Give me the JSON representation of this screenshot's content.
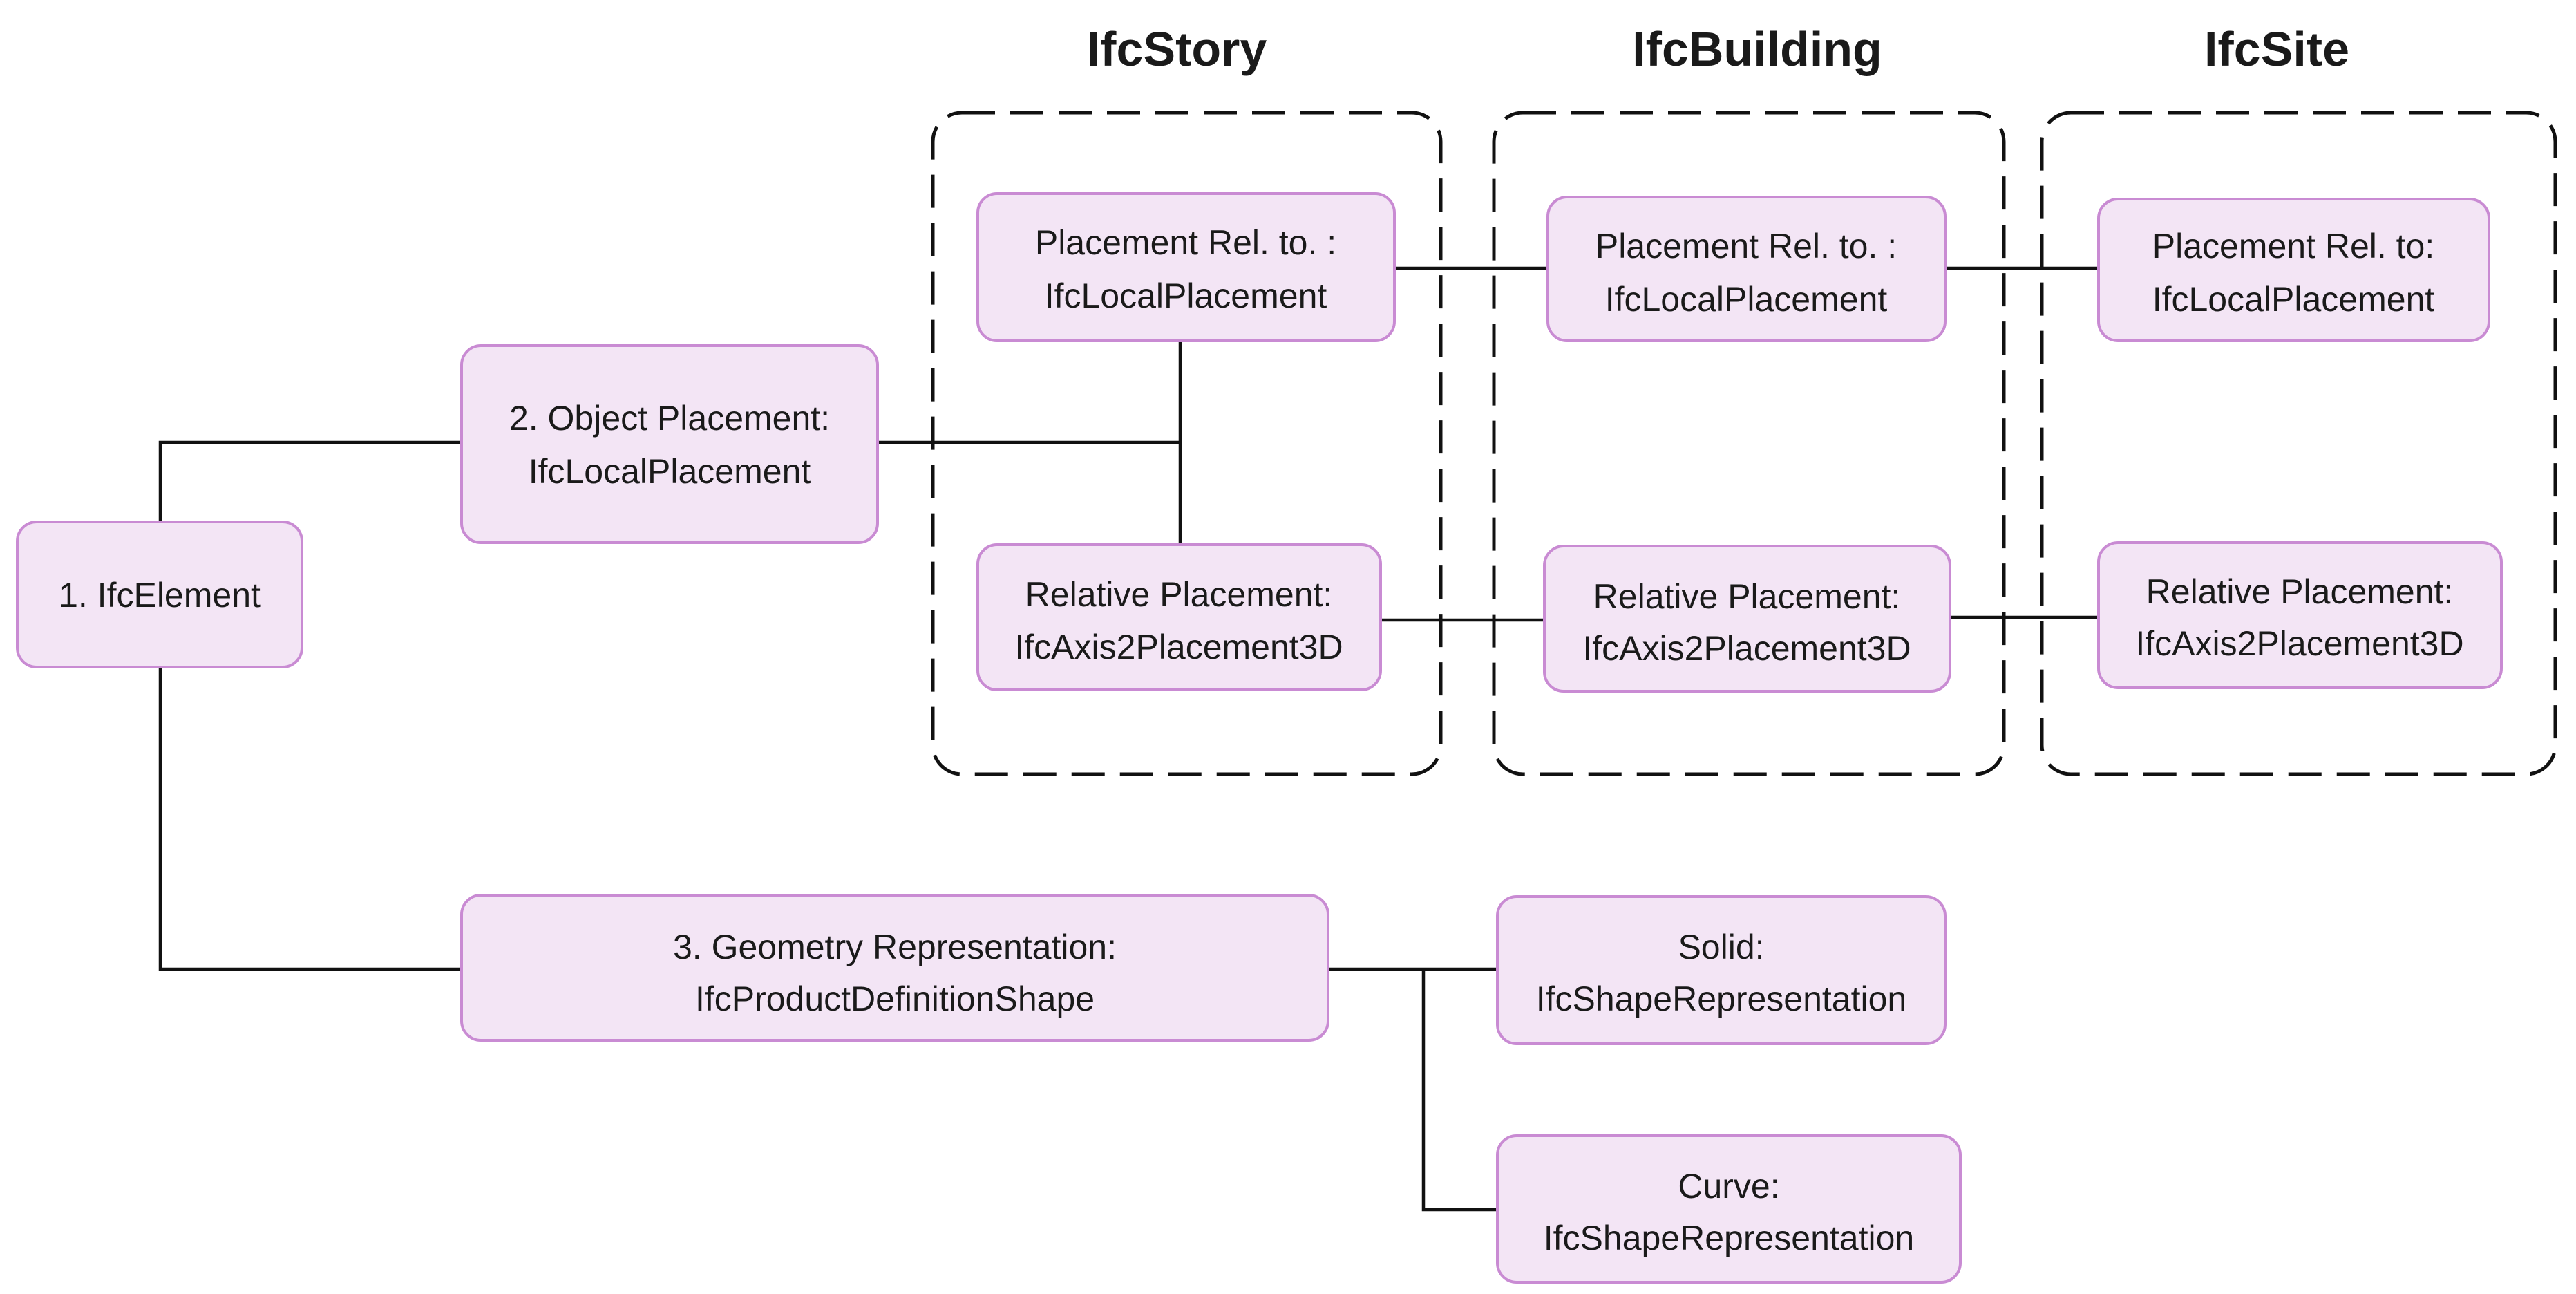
{
  "groups": {
    "story": {
      "title": "IfcStory"
    },
    "building": {
      "title": "IfcBuilding"
    },
    "site": {
      "title": "IfcSite"
    }
  },
  "nodes": {
    "element": {
      "line1": "1. IfcElement"
    },
    "object_placement": {
      "line1": "2. Object Placement:",
      "line2": "IfcLocalPlacement"
    },
    "geometry": {
      "line1": "3. Geometry Representation:",
      "line2": "IfcProductDefinitionShape"
    },
    "story_rel_to": {
      "line1": "Placement Rel. to. :",
      "line2": "IfcLocalPlacement"
    },
    "story_relative": {
      "line1": "Relative Placement:",
      "line2": "IfcAxis2Placement3D"
    },
    "building_rel_to": {
      "line1": "Placement Rel. to. :",
      "line2": "IfcLocalPlacement"
    },
    "building_relative": {
      "line1": "Relative Placement:",
      "line2": "IfcAxis2Placement3D"
    },
    "site_rel_to": {
      "line1": "Placement Rel. to:",
      "line2": "IfcLocalPlacement"
    },
    "site_relative": {
      "line1": "Relative Placement:",
      "line2": "IfcAxis2Placement3D"
    },
    "solid": {
      "line1": "Solid:",
      "line2": "IfcShapeRepresentation"
    },
    "curve": {
      "line1": "Curve:",
      "line2": "IfcShapeRepresentation"
    }
  }
}
